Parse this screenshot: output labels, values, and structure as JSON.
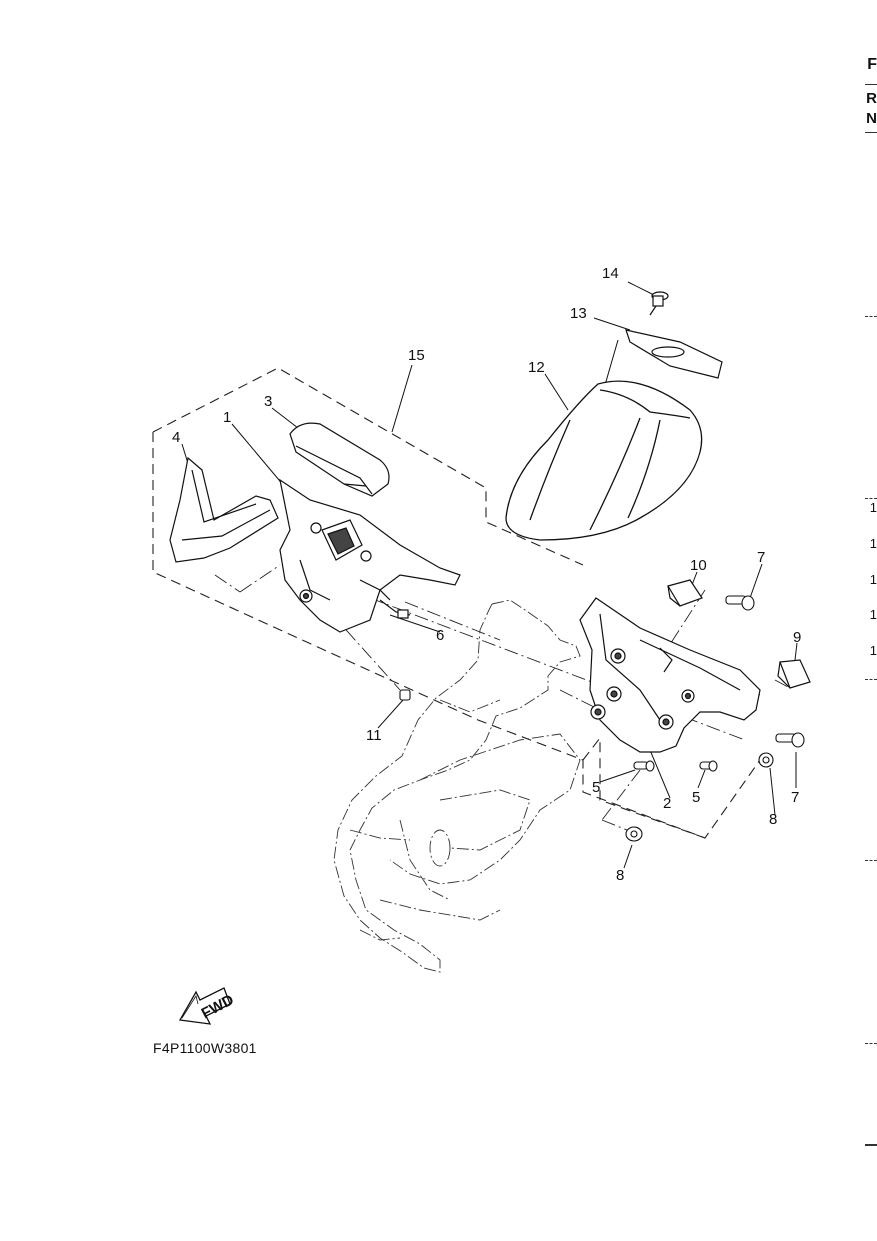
{
  "diagram": {
    "code": "F4P1100W3801",
    "fwd_text": "FWD",
    "callouts": [
      "1",
      "2",
      "3",
      "4",
      "5",
      "5",
      "6",
      "7",
      "7",
      "8",
      "8",
      "9",
      "10",
      "11",
      "12",
      "13",
      "14",
      "15"
    ]
  },
  "right_edge": {
    "letters": [
      "F",
      "R",
      "N"
    ],
    "numbers": [
      "1",
      "1",
      "1",
      "1",
      "1"
    ]
  }
}
